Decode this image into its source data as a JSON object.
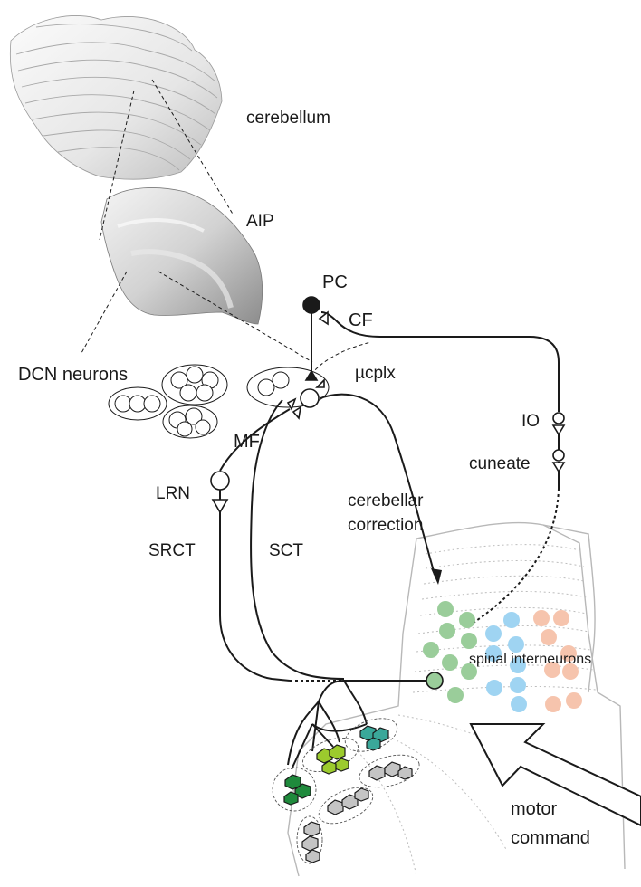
{
  "labels": {
    "cerebellum": "cerebellum",
    "aip": "AIP",
    "pc": "PC",
    "cf": "CF",
    "dcn_neurons": "DCN neurons",
    "ucplx": "µcplx",
    "io": "IO",
    "cuneate": "cuneate",
    "mf": "MF",
    "lrn": "LRN",
    "srct": "SRCT",
    "sct": "SCT",
    "correction_line1": "cerebellar",
    "correction_line2": "correction",
    "spinal_interneurons": "spinal interneurons",
    "motor_line1": "motor",
    "motor_line2": "command"
  },
  "colors": {
    "green_interneuron": "#9acd9a",
    "blue_interneuron": "#9fd4f2",
    "salmon_interneuron": "#f6c4ad",
    "motoneuron_teal": "#3aa89a",
    "motoneuron_lime": "#9ccb2d",
    "motoneuron_dark_green": "#1f8a3c",
    "motoneuron_grey": "#c4c4c4",
    "line": "#1a1a1a",
    "outline_grey": "#b8b8b8"
  }
}
